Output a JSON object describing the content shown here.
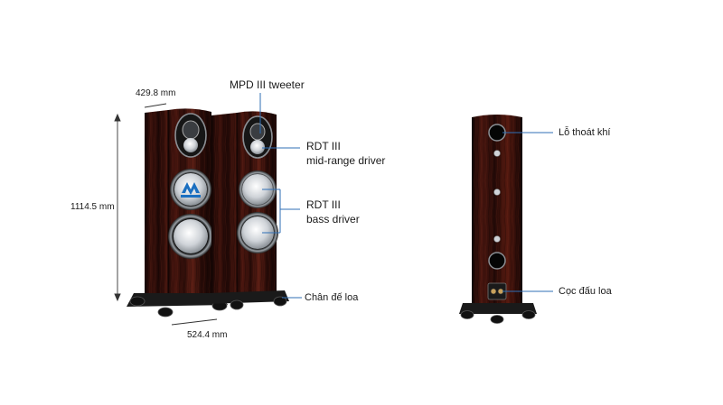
{
  "dimensions": {
    "depth": "429.8 mm",
    "height": "1114.5 mm",
    "width": "524.4 mm"
  },
  "callouts": {
    "tweeter": "MPD III tweeter",
    "midrange_line1": "RDT III",
    "midrange_line2": "mid-range driver",
    "bass_line1": "RDT III",
    "bass_line2": "bass driver",
    "feet": "Chân đế loa",
    "port": "Lỗ thoát khí",
    "terminals": "Cọc đấu loa"
  },
  "colors": {
    "wood_dark": "#2a0d09",
    "wood_mid": "#5a1e14",
    "callout_line": "#2f6fb6",
    "dimension_line": "#333333"
  }
}
